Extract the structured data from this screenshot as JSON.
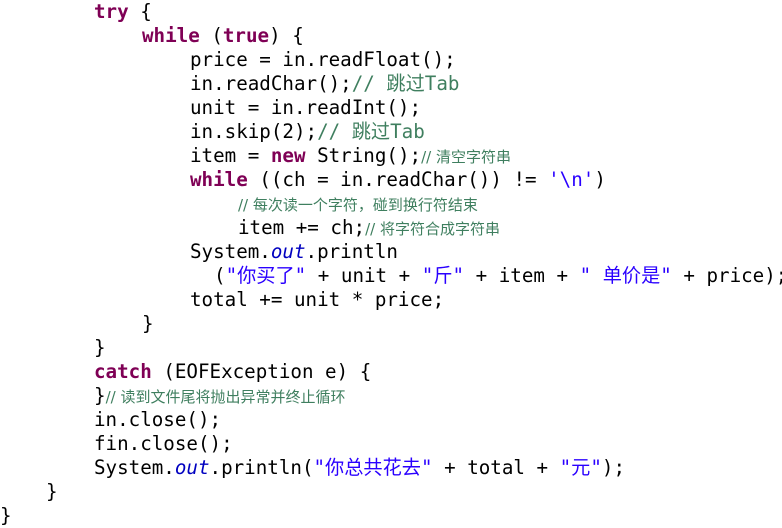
{
  "code": {
    "l1": {
      "kw": "try",
      "p": " {"
    },
    "l2": {
      "kw1": "while",
      "p1": " (",
      "kw2": "true",
      "p2": ") {"
    },
    "l3": {
      "p": "price = in.readFloat();"
    },
    "l4": {
      "p": "in.readChar();",
      "cm": "// 跳过Tab"
    },
    "l5": {
      "p": "unit = in.readInt();"
    },
    "l6": {
      "p": "in.skip(2);",
      "cm": "// 跳过Tab"
    },
    "l7": {
      "p1": "item = ",
      "kw": "new",
      "p2": " String();",
      "cm": "// 清空字符串"
    },
    "l8": {
      "kw": "while",
      "p1": " ((ch = in.readChar()) != ",
      "str": "'\\n'",
      "p2": ")"
    },
    "l9": {
      "cm": "// 每次读一个字符，碰到换行符结束"
    },
    "l10": {
      "p": "item += ch;",
      "cm": "// 将字符合成字符串"
    },
    "l11": {
      "p1": "System.",
      "fld": "out",
      "p2": ".println"
    },
    "l12": {
      "p1": "(",
      "s1": "\"你买了\"",
      "p2": " + unit + ",
      "s2": "\"斤\"",
      "p3": " + item + ",
      "s3": "\" 单价是\"",
      "p4": " + price);"
    },
    "l13": {
      "p": "total += unit * price;"
    },
    "l14": {
      "p": "}"
    },
    "l15": {
      "p": "}"
    },
    "l16": {
      "kw": "catch",
      "p": " (EOFException e) {"
    },
    "l17": {
      "p": "}",
      "cm": "// 读到文件尾将抛出异常并终止循环"
    },
    "l18": {
      "p": "in.close();"
    },
    "l19": {
      "p": "fin.close();"
    },
    "l20": {
      "p1": "System.",
      "fld": "out",
      "p2": ".println(",
      "s1": "\"你总共花去\"",
      "p3": " + total + ",
      "s2": "\"元\"",
      "p4": ");"
    },
    "l21": {
      "p": "}"
    },
    "l22": {
      "p": "}"
    }
  },
  "colors": {
    "keyword": "#7f0055",
    "comment": "#3f7f5f",
    "string": "#2a00ff",
    "static_field": "#0000c0",
    "plain": "#000000"
  }
}
